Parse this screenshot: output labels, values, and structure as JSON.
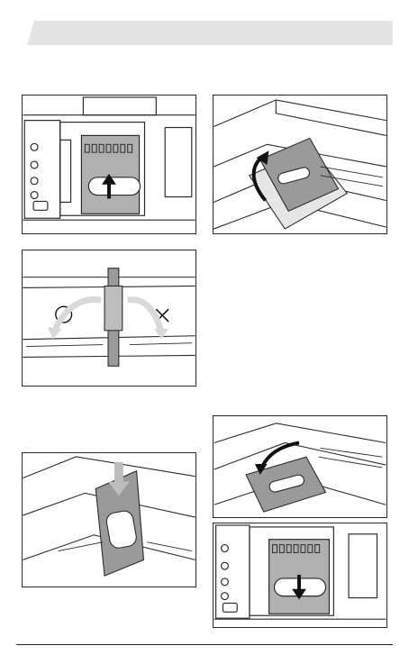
{
  "document": {
    "section_header": "",
    "figures": [
      {
        "id": "insert-card-top-view",
        "arrow": "up"
      },
      {
        "id": "open-tray-cover",
        "arrow": "curved-up"
      },
      {
        "id": "correct-incorrect-orientation",
        "marks": [
          "circle",
          "cross"
        ]
      },
      {
        "id": "insert-card-into-tray",
        "arrow": "down"
      },
      {
        "id": "close-tray-cover",
        "arrow": "curved-down"
      },
      {
        "id": "remove-card-top-view",
        "arrow": "down"
      }
    ]
  },
  "colors": {
    "line": "#2a2a2a",
    "tray_fill": "#9a9a9a",
    "banner": "#e4e4e4",
    "arrow_light": "#d9d9d9"
  }
}
